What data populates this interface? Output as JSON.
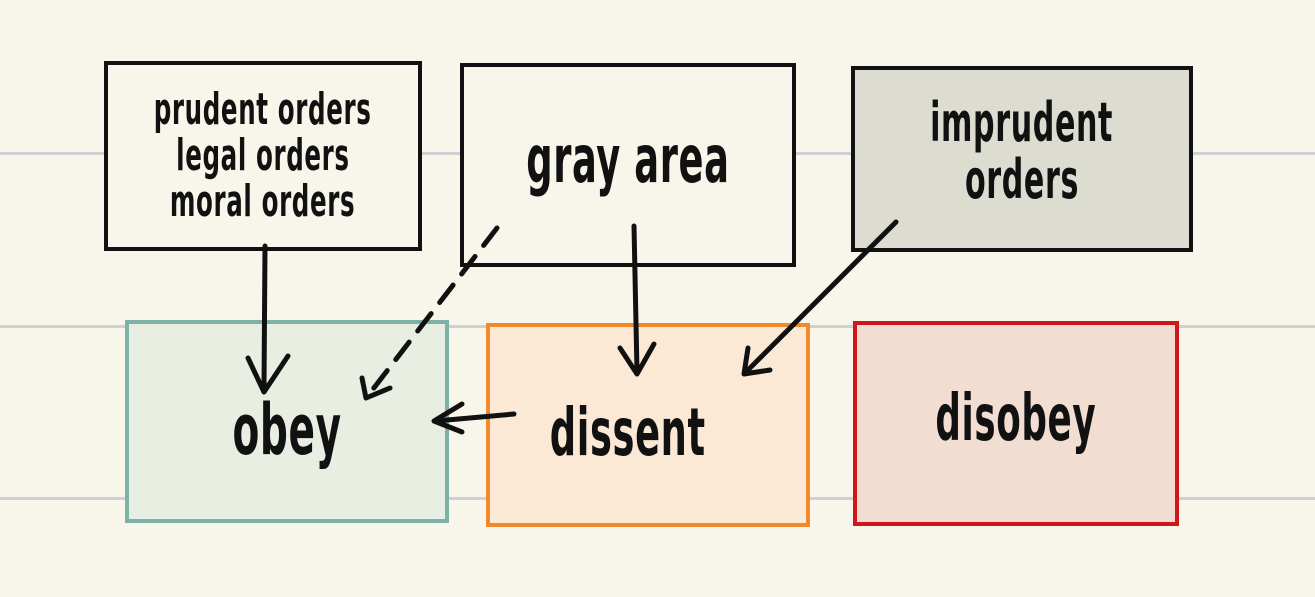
{
  "colors": {
    "background": "#f8f5ea",
    "rule_line": "#cfd0d3",
    "ink": "#111111",
    "obey_fill": "#e9eee3",
    "obey_border": "#7db3a6",
    "dissent_fill": "#fbe9d6",
    "dissent_border": "#f28a2c",
    "disobey_fill": "#f2ddd3",
    "disobey_border": "#d0151b",
    "imprudent_fill": "#dddcd0"
  },
  "boxes": {
    "prudent": {
      "lines": [
        "prudent orders",
        "legal orders",
        "moral orders"
      ]
    },
    "gray_area": {
      "label": "gray area"
    },
    "imprudent": {
      "lines": [
        "imprudent",
        "orders"
      ]
    },
    "obey": {
      "label": "obey"
    },
    "dissent": {
      "label": "dissent"
    },
    "disobey": {
      "label": "disobey"
    }
  },
  "edges": [
    {
      "from": "prudent",
      "to": "obey",
      "style": "solid"
    },
    {
      "from": "gray_area",
      "to": "obey",
      "style": "dashed"
    },
    {
      "from": "gray_area",
      "to": "dissent",
      "style": "solid"
    },
    {
      "from": "imprudent",
      "to": "dissent",
      "style": "solid"
    },
    {
      "from": "dissent",
      "to": "obey",
      "style": "solid"
    }
  ]
}
